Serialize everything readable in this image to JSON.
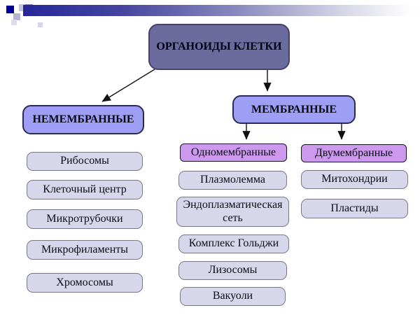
{
  "diagram": {
    "title": "ОРГАНОИДЫ КЛЕТКИ",
    "branch_nonmembrane": {
      "label": "НЕМЕМБРАННЫЕ",
      "items": [
        "Рибосомы",
        "Клеточный центр",
        "Микротрубочки",
        "Микрофиламенты",
        "Хромосомы"
      ]
    },
    "branch_membrane": {
      "label": "МЕМБРАННЫЕ",
      "sub_single": {
        "label": "Одномембранные",
        "items": [
          "Плазмолемма",
          "Эндоплазматическая сеть",
          "Комплекс Гольджи",
          "Лизосомы",
          "Вакуоли"
        ]
      },
      "sub_double": {
        "label": "Двумембранные",
        "items": [
          "Митохондрии",
          "Пластиды"
        ]
      }
    }
  },
  "colors": {
    "title_fill": "#6b6b9e",
    "branch_fill": "#9e9ef5",
    "sub_branch_fill": "#cc99ee",
    "leaf_fill": "#d7d7ec",
    "header_bar_dark": "#26269a",
    "deco_navy": "#000091"
  }
}
